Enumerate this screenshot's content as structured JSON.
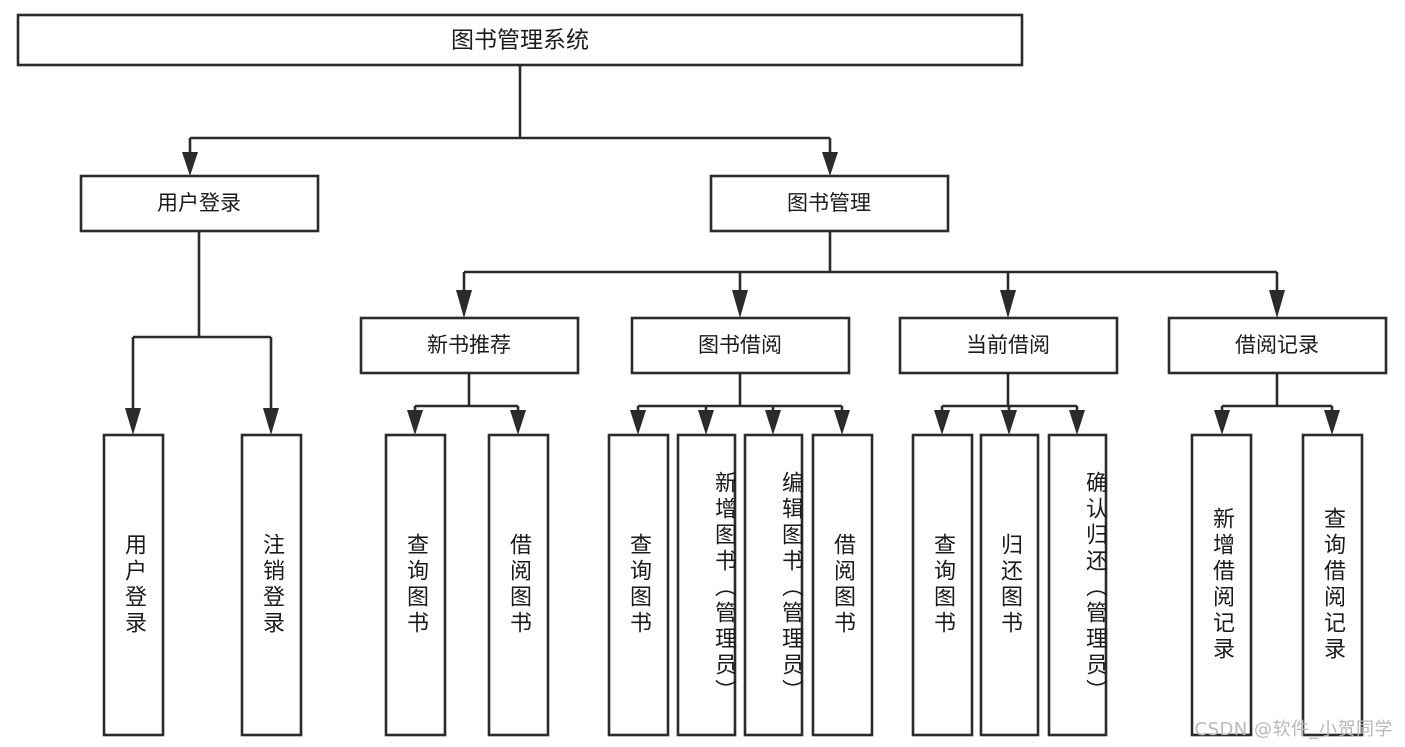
{
  "diagram": {
    "type": "tree-hierarchy",
    "title": "图书管理系统",
    "root": {
      "id": "root",
      "label": "图书管理系统"
    },
    "level2": [
      {
        "id": "user-login",
        "label": "用户登录"
      },
      {
        "id": "book-manage",
        "label": "图书管理"
      }
    ],
    "level3": [
      {
        "id": "new-book-recommend",
        "label": "新书推荐",
        "parent": "book-manage"
      },
      {
        "id": "book-borrow",
        "label": "图书借阅",
        "parent": "book-manage"
      },
      {
        "id": "current-borrow",
        "label": "当前借阅",
        "parent": "book-manage"
      },
      {
        "id": "borrow-record",
        "label": "借阅记录",
        "parent": "book-manage"
      }
    ],
    "leaves": {
      "user-login": [
        {
          "id": "leaf-user-login",
          "label": "用户登录"
        },
        {
          "id": "leaf-user-logout",
          "label": "注销登录"
        }
      ],
      "new-book-recommend": [
        {
          "id": "leaf-query-book-1",
          "label": "查询图书"
        },
        {
          "id": "leaf-borrow-book-1",
          "label": "借阅图书"
        }
      ],
      "book-borrow": [
        {
          "id": "leaf-query-book-2",
          "label": "查询图书"
        },
        {
          "id": "leaf-add-book",
          "label": "新增图书（管理员）"
        },
        {
          "id": "leaf-edit-book",
          "label": "编辑图书（管理员）"
        },
        {
          "id": "leaf-borrow-book-2",
          "label": "借阅图书"
        }
      ],
      "current-borrow": [
        {
          "id": "leaf-query-book-3",
          "label": "查询图书"
        },
        {
          "id": "leaf-return-book",
          "label": "归还图书"
        },
        {
          "id": "leaf-confirm-return",
          "label": "确认归还（管理员）"
        }
      ],
      "borrow-record": [
        {
          "id": "leaf-add-record",
          "label": "新增借阅记录"
        },
        {
          "id": "leaf-query-record",
          "label": "查询借阅记录"
        }
      ]
    }
  },
  "watermark": {
    "text": "CSDN @软件_小贺同学"
  },
  "colors": {
    "stroke": "#2b2b2b",
    "box_fill": "#ffffff",
    "text": "#1b1b1b",
    "background": "#ffffff",
    "watermark": "#b9b9b9"
  }
}
